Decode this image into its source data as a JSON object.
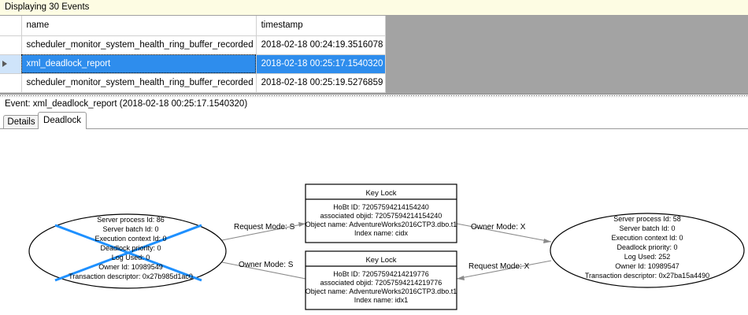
{
  "status_bar": {
    "text": "Displaying 30 Events"
  },
  "grid": {
    "columns": [
      "",
      "name",
      "timestamp"
    ],
    "rows": [
      {
        "selector": "",
        "name": "scheduler_monitor_system_health_ring_buffer_recorded",
        "timestamp": "2018-02-18 00:24:19.3516078",
        "selected": false
      },
      {
        "selector": "row-arrow",
        "name": "xml_deadlock_report",
        "timestamp": "2018-02-18 00:25:17.1540320",
        "selected": true
      },
      {
        "selector": "",
        "name": "scheduler_monitor_system_health_ring_buffer_recorded",
        "timestamp": "2018-02-18 00:25:19.5276859",
        "selected": false
      }
    ]
  },
  "event_header": {
    "text": "Event: xml_deadlock_report (2018-02-18 00:25:17.1540320)"
  },
  "tabs": [
    {
      "label": "Details",
      "active": false
    },
    {
      "label": "Deadlock",
      "active": true
    }
  ],
  "deadlock_graph": {
    "left_process": {
      "is_victim": true,
      "lines": [
        "Server process Id: 86",
        "Server batch Id: 0",
        "Execution context Id: 0",
        "Deadlock priority: 0",
        "Log Used: 0",
        "Owner Id: 10989549",
        "Transaction descriptor: 0x27b985d1ac0"
      ]
    },
    "right_process": {
      "is_victim": false,
      "lines": [
        "Server process Id: 58",
        "Server batch Id: 0",
        "Execution context Id: 0",
        "Deadlock priority: 0",
        "Log Used: 252",
        "Owner Id: 10989547",
        "Transaction descriptor: 0x27ba15a4490"
      ]
    },
    "top_resource": {
      "title": "Key Lock",
      "lines": [
        "HoBt ID: 72057594214154240",
        "associated objid: 72057594214154240",
        "Object name: AdventureWorks2016CTP3.dbo.t1",
        "Index name: cidx"
      ]
    },
    "bottom_resource": {
      "title": "Key Lock",
      "lines": [
        "HoBt ID: 72057594214219776",
        "associated objid: 72057594214219776",
        "Object name: AdventureWorks2016CTP3.dbo.t1",
        "Index name: idx1"
      ]
    },
    "edges": {
      "top_left": "Request Mode: S",
      "top_right": "Owner Mode: X",
      "bottom_left": "Owner Mode: S",
      "bottom_right": "Request Mode: X"
    }
  },
  "colors": {
    "status_bg": "#fdfce3",
    "selection": "#2e8ded",
    "victim_cross": "#1e90ff",
    "grid_filler": "#a3a3a3"
  }
}
